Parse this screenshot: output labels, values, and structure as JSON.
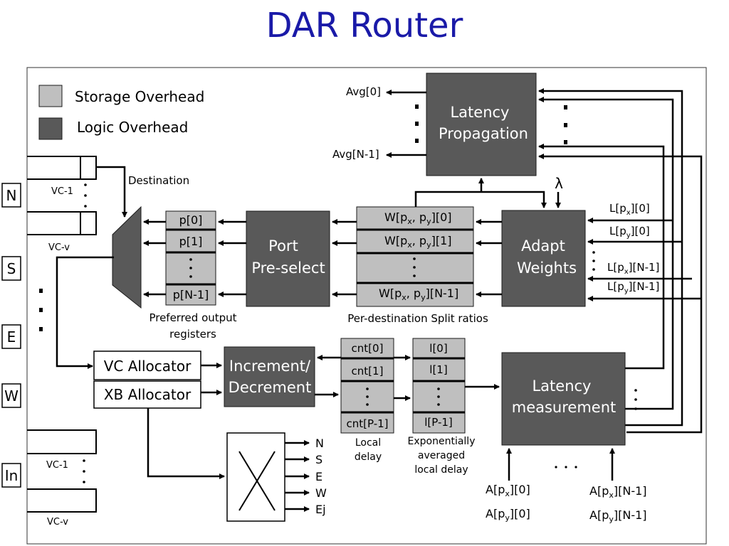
{
  "title": "DAR Router",
  "legend": {
    "storage": "Storage Overhead",
    "logic": "Logic Overhead"
  },
  "ports": [
    "N",
    "S",
    "E",
    "W",
    "In"
  ],
  "vc": {
    "first": "VC-1",
    "last": "VC-v"
  },
  "labels": {
    "destination": "Destination",
    "preferred_1": "Preferred output",
    "preferred_2": "registers",
    "split_ratios": "Per-destination Split ratios",
    "local_delay_1": "Local",
    "local_delay_2": "delay",
    "exp_1": "Exponentially",
    "exp_2": "averaged",
    "exp_3": "local delay",
    "lambda": "λ"
  },
  "blocks": {
    "latency_prop": [
      "Latency",
      "Propagation"
    ],
    "adapt": [
      "Adapt",
      "Weights"
    ],
    "port_pre": [
      "Port",
      "Pre-select"
    ],
    "vc_alloc": "VC Allocator",
    "xb_alloc": "XB Allocator",
    "incdec": [
      "Increment/",
      "Decrement"
    ],
    "latency_meas": [
      "Latency",
      "measurement"
    ]
  },
  "p_regs": [
    "p[0]",
    "p[1]",
    "p[N-1]"
  ],
  "w_regs": [
    "W[p",
    "x",
    ", p",
    "y",
    "][0]",
    "][1]",
    "][N-1]"
  ],
  "cnt_regs": [
    "cnt[0]",
    "cnt[1]",
    "cnt[P-1]"
  ],
  "l_regs": [
    "l[0]",
    "l[1]",
    "l[P-1]"
  ],
  "avg": [
    "Avg[0]",
    "Avg[N-1]"
  ],
  "adapt_inputs": {
    "L": "L[p",
    "x": "x",
    "y": "y",
    "idx0": "][0]",
    "idxN": "][N-1]"
  },
  "meas_inputs": {
    "A": "A[p",
    "x": "x",
    "y": "y",
    "idx0": "][0]",
    "idxN": "][N-1]"
  },
  "crossbar_outputs": [
    "N",
    "S",
    "E",
    "W",
    "Ej"
  ]
}
